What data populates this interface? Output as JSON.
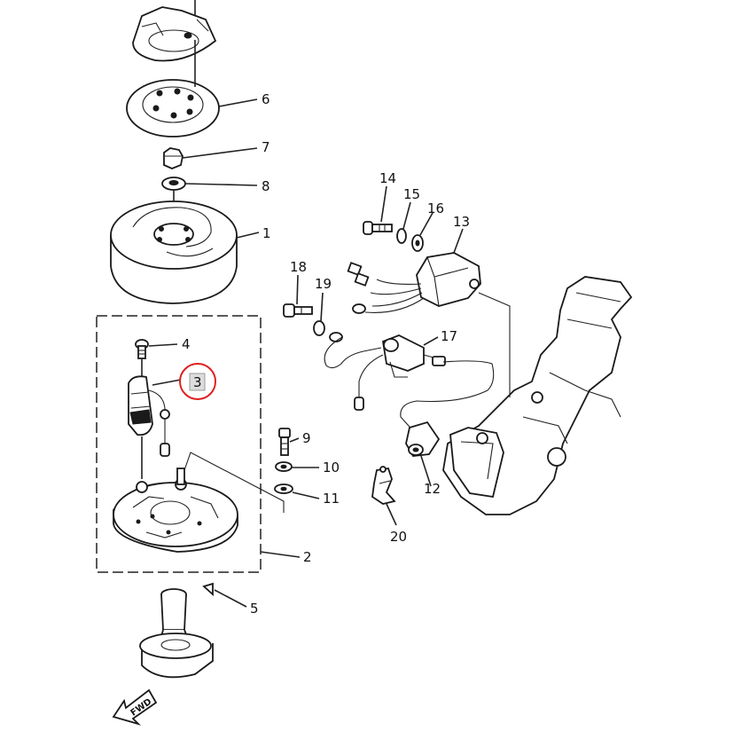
{
  "callouts": {
    "p1": "1",
    "p2": "2",
    "p3": "3",
    "p4": "4",
    "p5": "5",
    "p6": "6",
    "p7": "7",
    "p8": "8",
    "p9": "9",
    "p10": "10",
    "p11": "11",
    "p12": "12",
    "p13": "13",
    "p14": "14",
    "p15": "15",
    "p16": "16",
    "p17": "17",
    "p18": "18",
    "p19": "19",
    "p20": "20"
  },
  "direction_label": "FWD",
  "highlight": {
    "part": "3",
    "ring_color": "#e02020",
    "box_color": "#dddddd"
  },
  "colors": {
    "line": "#222222",
    "background": "#ffffff"
  }
}
